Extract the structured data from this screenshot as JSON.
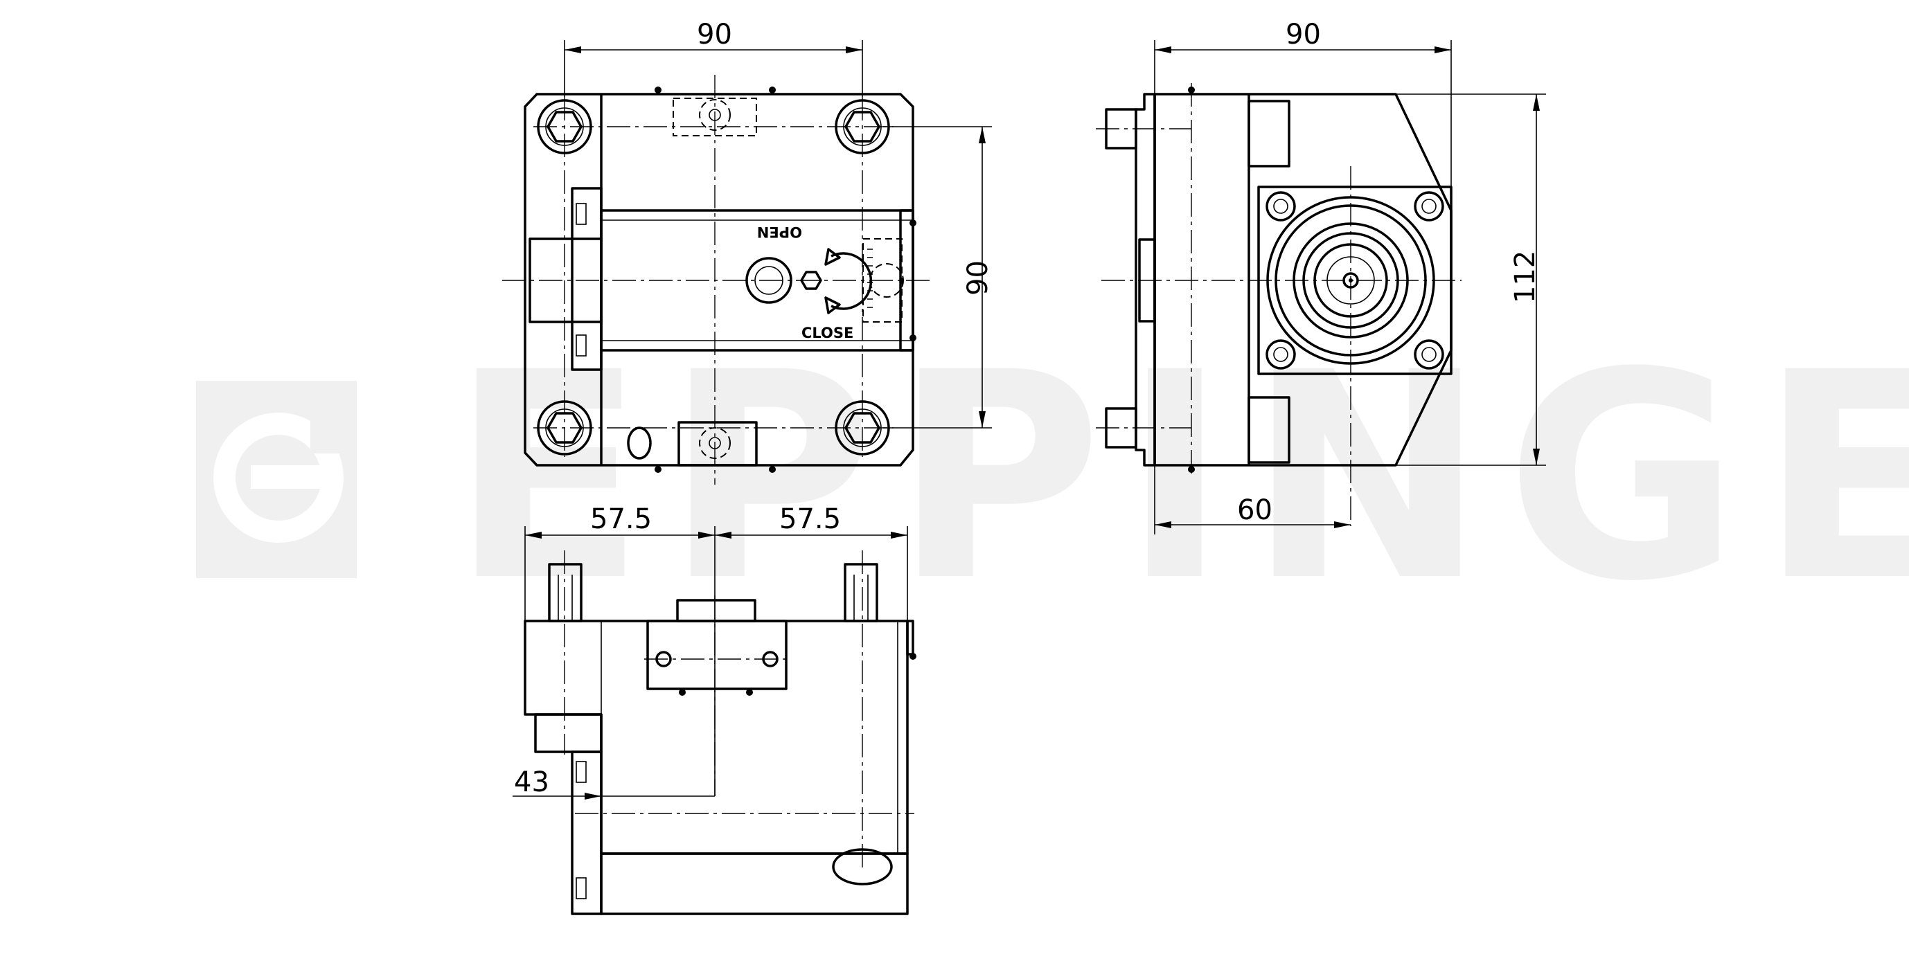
{
  "watermark": {
    "text": "EPPINGER",
    "color": "#f0f0f0"
  },
  "front_view": {
    "labels": {
      "open": "OPEN",
      "close": "CLOSE"
    },
    "dim_width": "90",
    "dim_height": "90"
  },
  "side_view": {
    "dim_width": "90",
    "dim_height": "112",
    "dim_center": "60"
  },
  "bottom_view": {
    "dim_left": "57.5",
    "dim_right": "57.5",
    "dim_height": "43"
  },
  "colors": {
    "line": "#000000",
    "background": "#ffffff"
  }
}
